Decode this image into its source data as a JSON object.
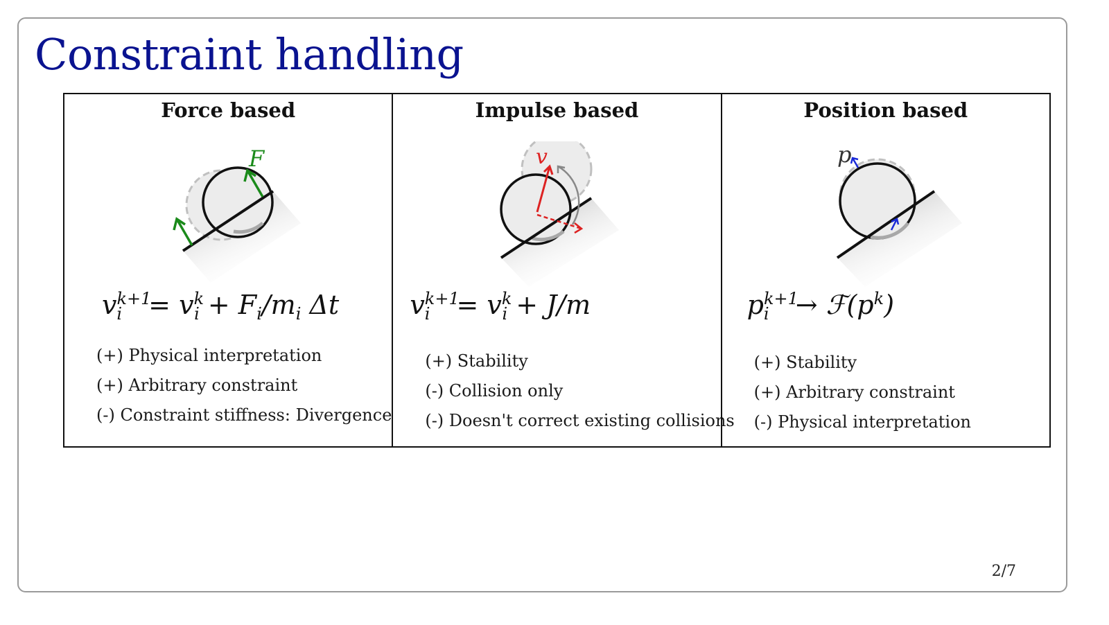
{
  "slide": {
    "title": "Constraint handling",
    "page_number": "2/7"
  },
  "panels": [
    {
      "title": "Force based",
      "diagram_label": "F",
      "equation": {
        "lhs_var": "v",
        "lhs_sup": "k+1",
        "lhs_sub": "i",
        "rhs": "= v",
        "rhs_sup": "k",
        "rhs_sub": "i",
        "rhs_tail": "+ F",
        "tail_sub": "i",
        "tail_rest": "/m",
        "tail_sub2": "i",
        "tail_end": " Δt"
      },
      "bullets": [
        "(+) Physical interpretation",
        "(+) Arbitrary constraint",
        "(-) Constraint stiffness: Divergence"
      ],
      "colors": {
        "arrow": "#1a8a1a"
      }
    },
    {
      "title": "Impulse based",
      "diagram_label": "v",
      "equation": {
        "lhs_var": "v",
        "lhs_sup": "k+1",
        "lhs_sub": "i",
        "rhs": "= v",
        "rhs_sup": "k",
        "rhs_sub": "i",
        "rhs_tail": "+ J/m"
      },
      "bullets": [
        "(+) Stability",
        "(-) Collision only",
        "(-) Doesn't correct existing collisions"
      ],
      "colors": {
        "arrow": "#dd2222"
      }
    },
    {
      "title": "Position based",
      "diagram_label": "p",
      "equation": {
        "lhs_var": "p",
        "lhs_sup": "k+1",
        "lhs_sub": "i",
        "rhs": "→ ℱ(p",
        "rhs_sup": "k",
        "rhs_tail": ")"
      },
      "bullets": [
        "(+) Stability",
        "(+) Arbitrary constraint",
        "(-) Physical interpretation"
      ],
      "colors": {
        "arrow": "#1a2ad8"
      }
    }
  ],
  "theme": {
    "title_color": "#0a1390",
    "border_color": "#111111"
  }
}
